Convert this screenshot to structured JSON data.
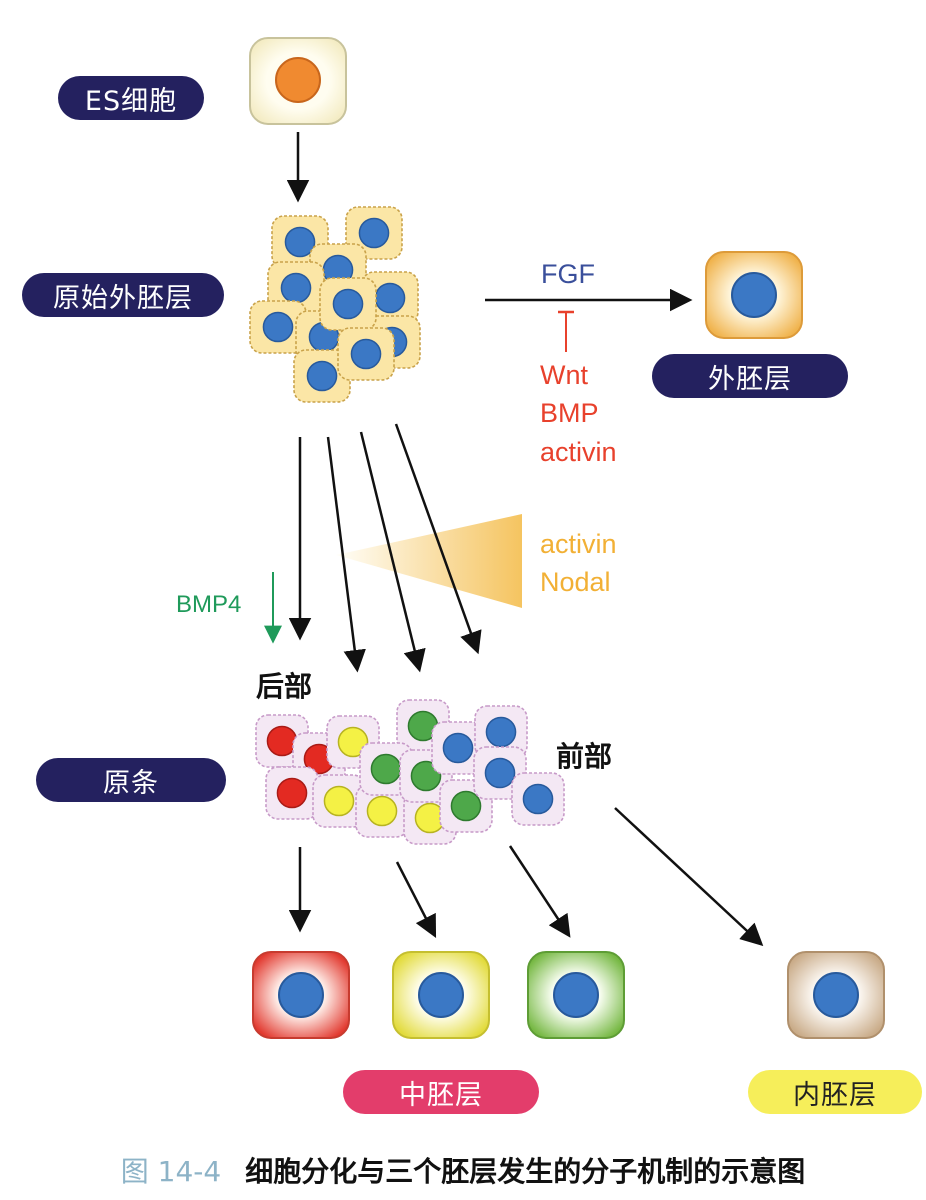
{
  "stages": {
    "es": "ES细胞",
    "primitive_ectoderm": "原始外胚层",
    "primitive_streak": "原条"
  },
  "outcomes": {
    "ectoderm": "外胚层",
    "mesoderm": "中胚层",
    "endoderm": "内胚层"
  },
  "signals": {
    "fgf": "FGF",
    "inhibitors": [
      "Wnt",
      "BMP",
      "activin"
    ],
    "gradient": [
      "activin",
      "Nodal"
    ],
    "bmp4": "BMP4"
  },
  "regions": {
    "posterior": "后部",
    "anterior": "前部"
  },
  "caption": {
    "number": "图 14-4",
    "title": "细胞分化与三个胚层发生的分子机制的示意图"
  },
  "colors": {
    "label_dark": "#24215f",
    "mesoderm_pill": "#e33d6b",
    "endoderm_pill": "#f6ee5a",
    "nucleus_blue": "#3b78c5",
    "es_nucleus": "#f08a30",
    "fgf_text": "#3a4f9b",
    "inhibitor_text": "#e8412c",
    "gradient_text": "#f2b035",
    "bmp4_text": "#1f9a5a"
  }
}
